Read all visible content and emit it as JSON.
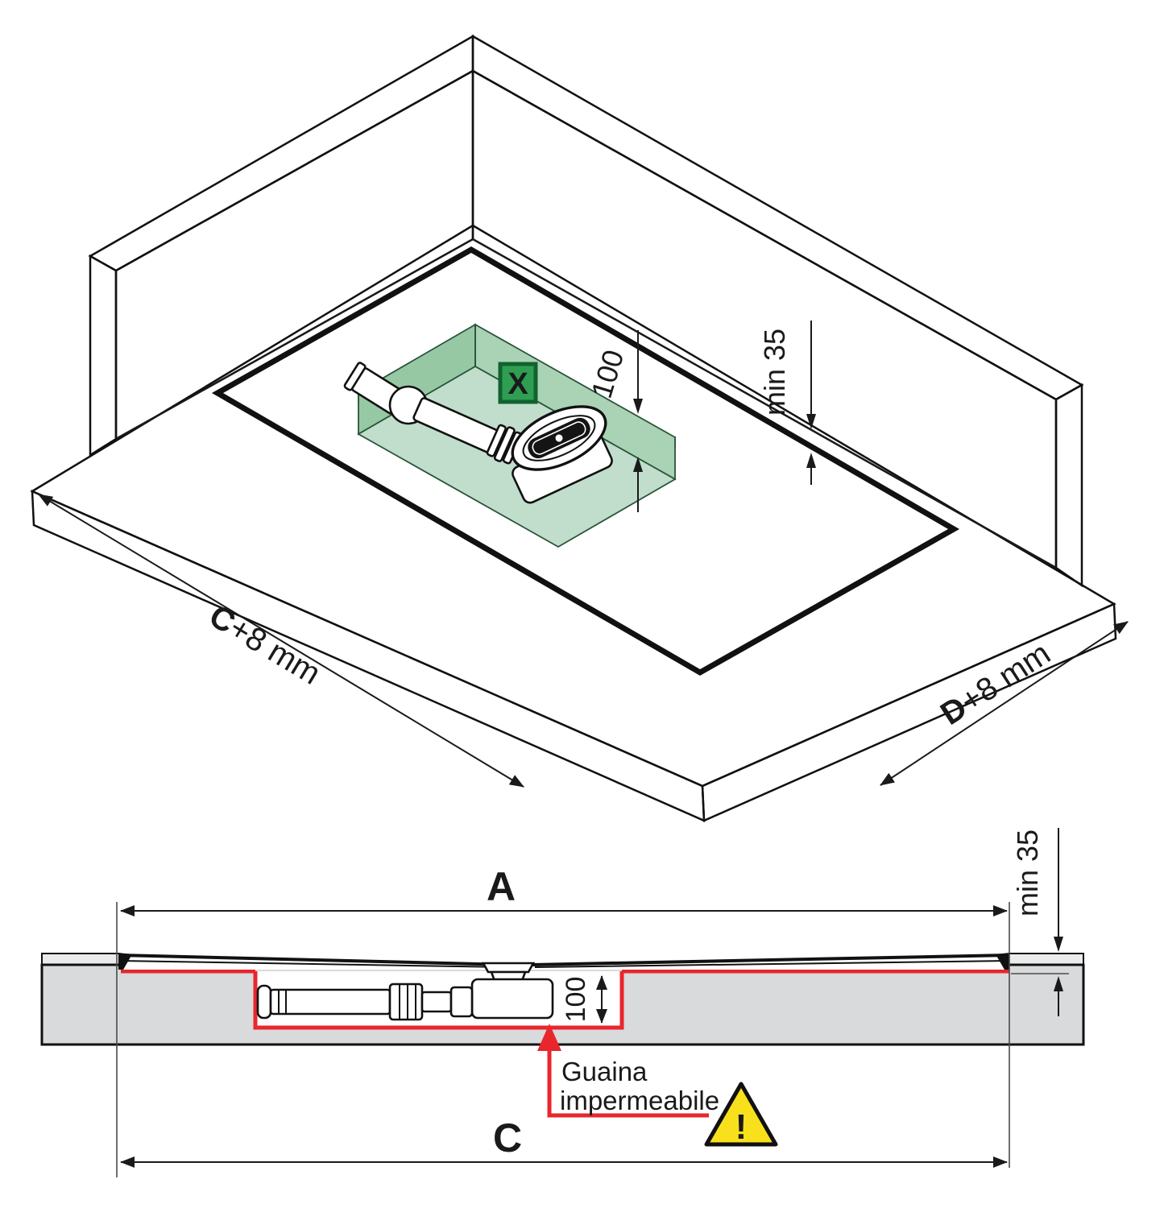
{
  "figure": {
    "iso_view": {
      "badge_x": "X",
      "dim_depth": "100",
      "dim_min_edge": "min 35",
      "dim_length_bold": "C",
      "dim_length_rest": "+8 mm",
      "dim_width_bold": "D",
      "dim_width_rest": "+8 mm"
    },
    "section_view": {
      "dim_tray_length": "A",
      "dim_niche_length": "C",
      "dim_depth": "100",
      "dim_min_edge": "min 35",
      "note_line1": "Guaina",
      "note_line2": "impermeabile",
      "warning_mark": "!"
    },
    "colors": {
      "membrane_red": "#e8262c",
      "note_red": "#d9484e",
      "badge_green": "#2f9e53",
      "badge_border": "#11622e",
      "recess_wall_dark": "#97c8a4",
      "recess_wall_light": "#aad3b5",
      "recess_floor": "#c0decb",
      "warning_yellow": "#f8e11c"
    }
  }
}
